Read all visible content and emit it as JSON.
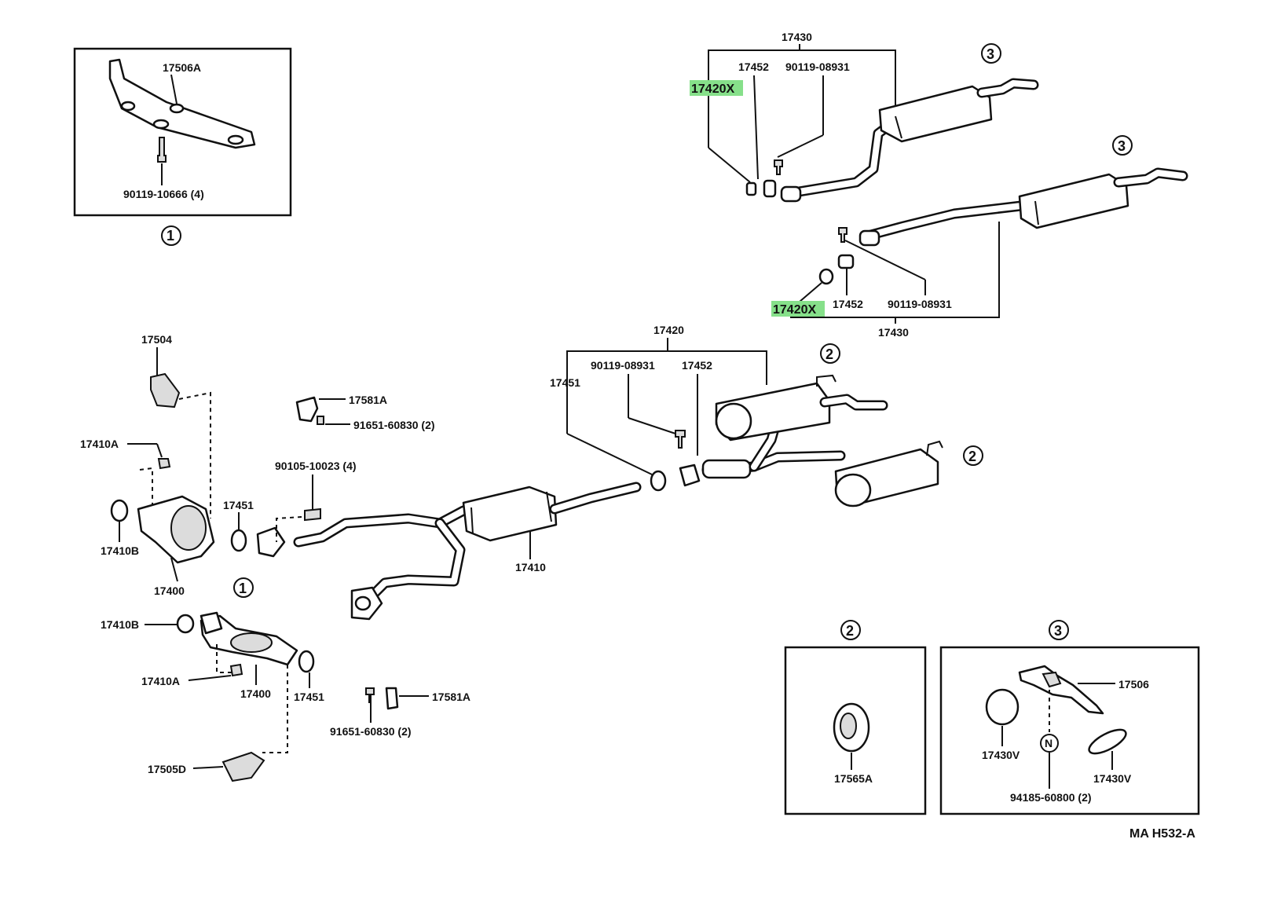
{
  "diagram_code": "MA H532-A",
  "highlight_color": "#86e08a",
  "refs": {
    "r1_top": "1",
    "r1_mid": "1",
    "r2_a": "2",
    "r2_b": "2",
    "r2_box": "2",
    "r3_a": "3",
    "r3_b": "3",
    "r3_box": "3"
  },
  "labels": {
    "l17506A": "17506A",
    "l90119_10666": "90119-10666 (4)",
    "l17430_top": "17430",
    "l17452_top": "17452",
    "l90119_08931_top": "90119-08931",
    "l17420X_top": "17420X",
    "l17420X_bot": "17420X",
    "l17452_mid": "17452",
    "l90119_08931_mid": "90119-08931",
    "l17430_mid": "17430",
    "l17420": "17420",
    "l90119_08931_c": "90119-08931",
    "l17452_c": "17452",
    "l17451_c": "17451",
    "l17504": "17504",
    "l17581A_1": "17581A",
    "l91651_60830_1": "91651-60830 (2)",
    "l17410A_1": "17410A",
    "l90105_10023": "90105-10023 (4)",
    "l17451_1": "17451",
    "l17410B_1": "17410B",
    "l17400_1": "17400",
    "l17410": "17410",
    "l17410B_2": "17410B",
    "l17410A_2": "17410A",
    "l17400_2": "17400",
    "l17451_2": "17451",
    "l17581A_2": "17581A",
    "l91651_60830_2": "91651-60830 (2)",
    "l17505D": "17505D",
    "l17565A": "17565A",
    "l17506": "17506",
    "l17430V_1": "17430V",
    "l17430V_2": "17430V",
    "l94185": "94185-60800 (2)",
    "nut_symbol": "N"
  }
}
